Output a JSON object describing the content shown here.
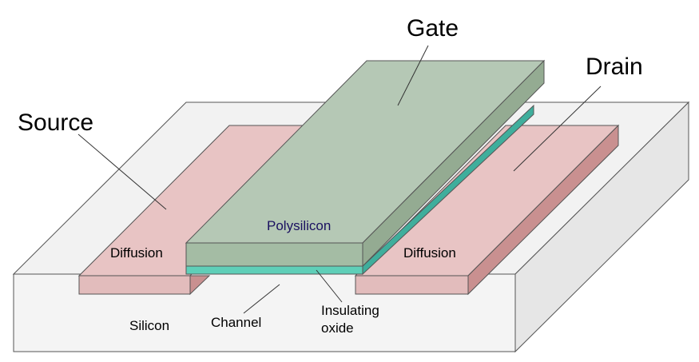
{
  "labels": {
    "gate": "Gate",
    "drain": "Drain",
    "source": "Source",
    "polysilicon": "Polysilicon",
    "diffusion_left": "Diffusion",
    "diffusion_right": "Diffusion",
    "silicon": "Silicon",
    "channel": "Channel",
    "insulating_line1": "Insulating",
    "insulating_line2": "oxide"
  },
  "colors": {
    "substrate_top": "#f2f2f2",
    "substrate_front": "#f4f4f4",
    "substrate_side": "#e6e6e6",
    "diffusion_top": "#e8c4c4",
    "diffusion_side": "#c99090",
    "diffusion_front": "#e2bcbc",
    "gate_top": "#b5c8b5",
    "gate_front": "#a4bca4",
    "gate_side": "#94ab92",
    "oxide": "#5fcfb8",
    "oxide_side": "#3fae9c"
  }
}
